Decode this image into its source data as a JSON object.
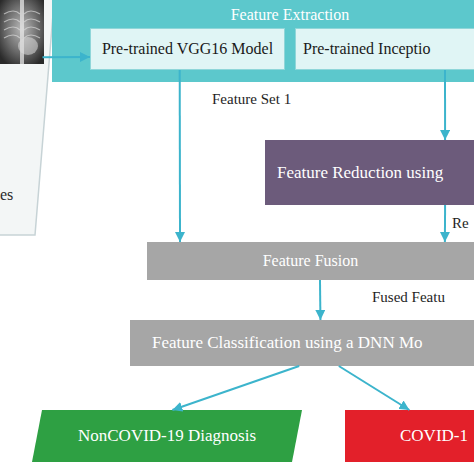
{
  "diagram": {
    "nodes": [
      {
        "text": [
          "es"
        ]
      },
      {
        "text": [
          "Feature Extraction"
        ]
      },
      {
        "text": [
          "Pre-trained VGG16 Model"
        ],
        "in": 1
      },
      {
        "text": [
          "Pre-trained Inceptio"
        ],
        "in": 1
      },
      {
        "text": [
          "Feature Reduction using"
        ]
      },
      {
        "text": [
          "Feature Fusion"
        ]
      },
      {
        "text": [
          "Feature Classification using a DNN Mo"
        ]
      },
      {
        "text": [
          "NonCOVID-19 Diagnosis"
        ]
      },
      {
        "text": [
          "COVID-1"
        ]
      }
    ],
    "edges": [
      {
        "from": 0,
        "to": 2,
        "arrow": "to"
      },
      {
        "from": 2,
        "to": 5,
        "label": "Feature Set 1",
        "arrow": "to"
      },
      {
        "from": 3,
        "to": 4,
        "arrow": "to"
      },
      {
        "from": 4,
        "to": 5,
        "label": "Re",
        "arrow": "to"
      },
      {
        "from": 5,
        "to": 6,
        "label": "Fused Featu",
        "arrow": "to"
      },
      {
        "from": 6,
        "to": 7,
        "arrow": "to"
      },
      {
        "from": 6,
        "to": 8,
        "arrow": "to"
      }
    ]
  }
}
